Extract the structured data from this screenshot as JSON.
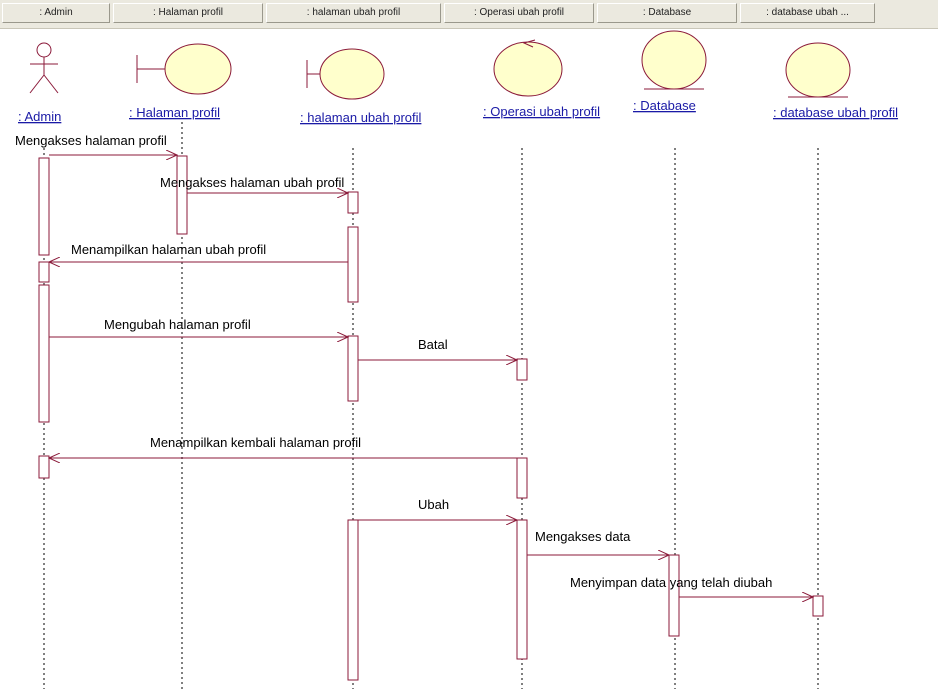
{
  "header_tabs": [
    ": Admin",
    ": Halaman profil",
    ": halaman ubah profil",
    ": Operasi ubah profil",
    ": Database",
    ": database ubah ..."
  ],
  "objects": [
    {
      "id": "admin",
      "label": ": Admin",
      "icon": "actor-icon"
    },
    {
      "id": "halaman",
      "label": ": Halaman profil",
      "icon": "boundary-icon"
    },
    {
      "id": "ubah",
      "label": ": halaman ubah profil",
      "icon": "boundary-icon"
    },
    {
      "id": "operasi",
      "label": ": Operasi ubah profil",
      "icon": "control-icon"
    },
    {
      "id": "database",
      "label": ": Database",
      "icon": "entity-icon"
    },
    {
      "id": "dbubah",
      "label": ": database ubah profil",
      "icon": "entity-icon"
    }
  ],
  "messages": [
    {
      "from": "admin",
      "to": "halaman",
      "label": "Mengakses halaman profil"
    },
    {
      "from": "halaman",
      "to": "ubah",
      "label": "Mengakses halaman ubah profil"
    },
    {
      "from": "ubah",
      "to": "admin",
      "label": "Menampilkan halaman ubah profil"
    },
    {
      "from": "admin",
      "to": "ubah",
      "label": "Mengubah halaman profil"
    },
    {
      "from": "ubah",
      "to": "operasi",
      "label": "Batal"
    },
    {
      "from": "operasi",
      "to": "admin",
      "label": "Menampilkan kembali halaman profil"
    },
    {
      "from": "ubah",
      "to": "operasi",
      "label": "Ubah"
    },
    {
      "from": "operasi",
      "to": "database",
      "label": "Mengakses data"
    },
    {
      "from": "database",
      "to": "dbubah",
      "label": "Menyimpan data yang telah diubah"
    }
  ],
  "colors": {
    "line": "#8b1a3a",
    "lifeline": "#000000",
    "entity_fill": "#ffffcc",
    "label_link": "#1a1aa6"
  }
}
